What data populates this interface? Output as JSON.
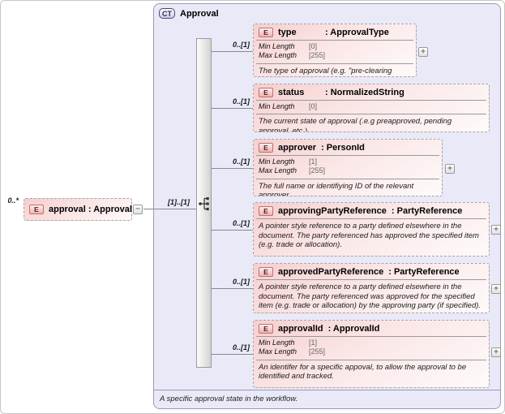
{
  "container": {
    "badge": "CT",
    "title": "Approval",
    "footer": "A specific approval state in the workflow."
  },
  "root_element": {
    "badge": "E",
    "label": "approval : Approval",
    "cardinality": "0..*",
    "toggle": "−"
  },
  "sequence": {
    "cardinality": "[1]..[1]",
    "compositor": "sequence-icon"
  },
  "elements": [
    {
      "badge": "E",
      "name": "type",
      "type": ": ApprovalType",
      "cardinality": "0..[1]",
      "facets": [
        {
          "label": "Min Length",
          "value": "[0]"
        },
        {
          "label": "Max Length",
          "value": "[255]"
        }
      ],
      "description": "The type of approval (e.g. \"pre-clearing credit\").",
      "toggle": "+"
    },
    {
      "badge": "E",
      "name": "status",
      "type": ": NormalizedString",
      "cardinality": "0..[1]",
      "facets": [
        {
          "label": "Min Length",
          "value": "[0]"
        }
      ],
      "description": "The current state of approval (.e.g preapproved, pending approval, etc.)"
    },
    {
      "badge": "E",
      "name": "approver",
      "type": ": PersonId",
      "cardinality": "0..[1]",
      "facets": [
        {
          "label": "Min Length",
          "value": "[1]"
        },
        {
          "label": "Max Length",
          "value": "[255]"
        }
      ],
      "description": "The full name or identifiying ID of the relevant approver.",
      "toggle": "+"
    },
    {
      "badge": "E",
      "name": "approvingPartyReference",
      "type": ": PartyReference",
      "cardinality": "0..[1]",
      "facets": [],
      "description": "A pointer style reference to a party defined elsewhere in the document. The party referenced has approved the specified item (e.g. trade or allocation).",
      "toggle": "+"
    },
    {
      "badge": "E",
      "name": "approvedPartyReference",
      "type": ": PartyReference",
      "cardinality": "0..[1]",
      "facets": [],
      "description": "A pointer style reference to a party defined elsewhere in the document. The party referenced was approved for the specified item (e.g. trade or allocation) by the approving party (if specified).",
      "toggle": "+"
    },
    {
      "badge": "E",
      "name": "approvalId",
      "type": ": ApprovalId",
      "cardinality": "0..[1]",
      "facets": [
        {
          "label": "Min Length",
          "value": "[1]"
        },
        {
          "label": "Max Length",
          "value": "[255]"
        }
      ],
      "description": "An identifer for a specific appoval, to allow the approval to be identified and tracked.",
      "toggle": "+"
    }
  ],
  "colors": {
    "container_fill": "#e9e9f8",
    "container_border": "#9b9bb5",
    "element_fill_top": "#f6cfcf",
    "element_border": "#a6a6a6",
    "badge_border": "#c76e6e",
    "line": "#8a8a8a"
  }
}
